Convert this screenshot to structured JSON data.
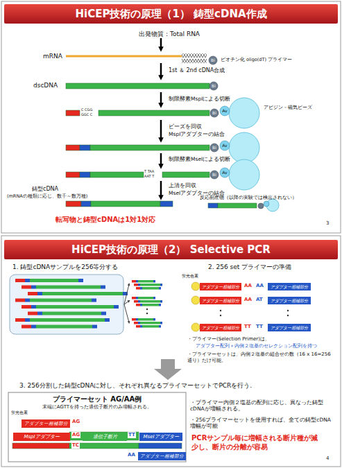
{
  "diagram": {
    "nodes": [
      {
        "text": [
          "HiCEP技術の原理（1） 鋳型cDNA作成"
        ]
      },
      {
        "text": [
          "HiCEP技術の原理（2） Selective PCR"
        ]
      },
      {
        "text": [
          "アダプター相補部分"
        ]
      },
      {
        "text": [
          "アダプター相補部分"
        ]
      },
      {
        "text": [
          "アダプター相補部分"
        ]
      },
      {
        "text": [
          "アダプター相補部分"
        ]
      },
      {
        "text": [
          "アダプター相補部分"
        ]
      },
      {
        "text": [
          "アダプター相補部分"
        ]
      },
      {
        "text": [
          "プライマーセット AG/AA例",
          "末端にAGTTを持った遺伝子断片のみ増幅される。"
        ]
      },
      {
        "text": [
          "アダプター相補部分"
        ],
        "in": 8
      },
      {
        "text": [
          "MspIアダプター"
        ],
        "in": 8
      },
      {
        "text": [
          "遺伝子断片"
        ],
        "in": 8
      },
      {
        "text": [
          "MseIアダプター"
        ],
        "in": 8
      },
      {
        "text": [
          "アダプター相補部分"
        ],
        "in": 8
      }
    ],
    "labels": [
      "出発物質：Total RNA",
      "mRNA",
      "Bi",
      "ビオチン化 oligo(dT) プライマー",
      "1st ＆ 2nd cDNA合成",
      "dscDNA",
      "Bi",
      "制限酵素MspIによる切断",
      "C CGG",
      "GGC C",
      "Bi",
      "Av",
      "アビジン－磁気ビーズ",
      "ビーズを回収",
      "MspIアダプターの結合",
      "Bi",
      "Av",
      "制限酵素MseIによる切断",
      "T TAA",
      "AAT T",
      "Bi",
      "Av",
      "上清を回収",
      "MseIアダプターの結合",
      "鋳型cDNA",
      "(mRNAの種類に応じ、数千～数万種)",
      "反応副産物（以降の実験では検出されない）",
      "転写物と鋳型cDNAは1対1対応",
      "3",
      "1. 鋳型cDNAサンプルを256等分する",
      "2. 256 set プライマーの準備",
      "蛍光色素",
      "AA",
      "AA",
      "AA",
      "AT",
      "TT",
      "TT",
      "・プライマー(Selection Primer)は、",
      "アダプター配列＋内側２塩基のセレクション配列を持つ",
      "・プライマーセットは、内側２塩基の組合せの数（16 x 16=256通り）だけ可能。",
      "3. 256分割した鋳型cDNAに対し、それぞれ異なるプライマーセットでPCRを行う.",
      "蛍光色素",
      "AG",
      "AG",
      "TT",
      "TC",
      "AA",
      "・プライマー内側２塩基の配列に応じ、異なった鋳型cDNAが増幅される。",
      "・256プライマーセットを使用すれば、全ての鋳型cDNA増幅が可能",
      "PCRサンプル毎に増幅される断片種が減少し、断片の分離が容易",
      "4"
    ]
  }
}
